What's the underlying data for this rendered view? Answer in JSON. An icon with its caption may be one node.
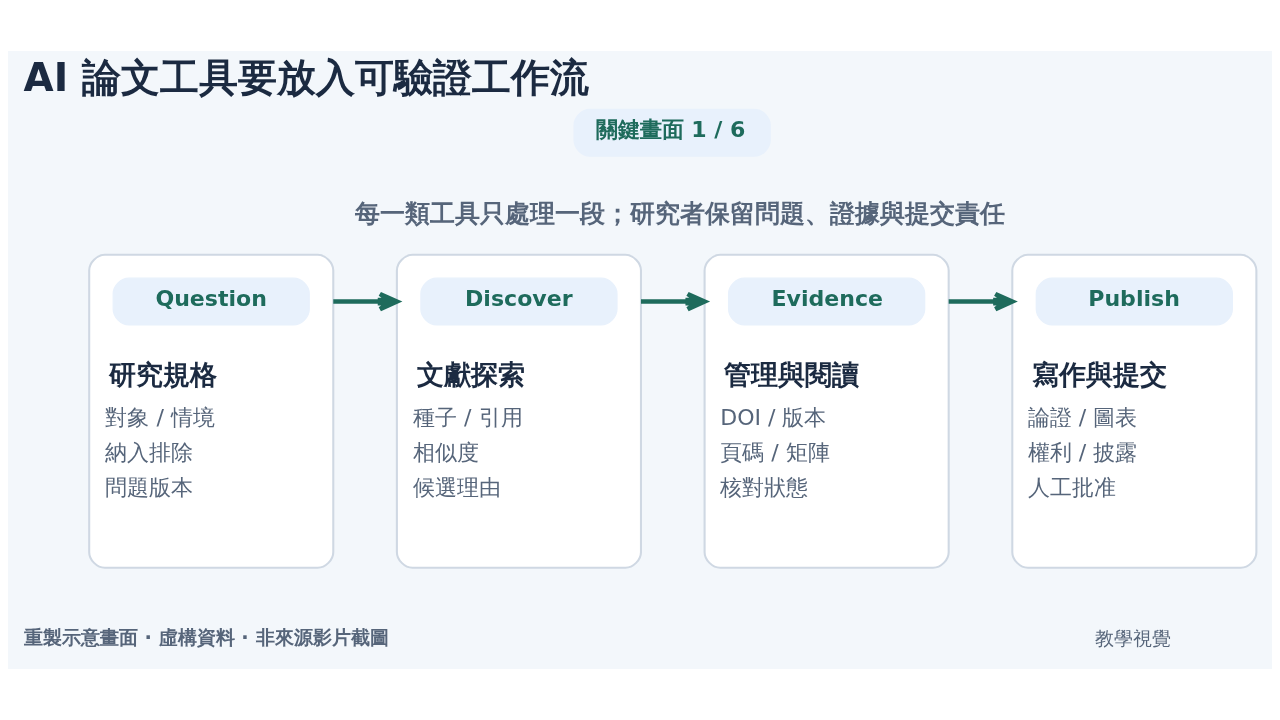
{
  "diagram": {
    "title": "AI 論文工具要放入可驗證工作流",
    "nodes": [
      {
        "text": [
          "關鍵畫面 1 / 6"
        ]
      },
      {
        "text": [
          "研究規格",
          "對象 / 情境",
          "納入排除",
          "問題版本"
        ]
      },
      {
        "text": [
          "Question"
        ],
        "in": 1
      },
      {
        "text": [
          "文獻探索",
          "種子 / 引用",
          "相似度",
          "候選理由"
        ]
      },
      {
        "text": [
          "Discover"
        ],
        "in": 3
      },
      {
        "text": [
          "管理與閱讀",
          "DOI / 版本",
          "頁碼 / 矩陣",
          "核對狀態"
        ]
      },
      {
        "text": [
          "Evidence"
        ],
        "in": 5
      },
      {
        "text": [
          "寫作與提交",
          "論證 / 圖表",
          "權利 / 披露",
          "人工批准"
        ]
      },
      {
        "text": [
          "Publish"
        ],
        "in": 7
      }
    ],
    "edges": [
      {
        "from": 1,
        "to": 3,
        "arrow": "to"
      },
      {
        "from": 3,
        "to": 5,
        "arrow": "to"
      },
      {
        "from": 5,
        "to": 7,
        "arrow": "to"
      }
    ],
    "labels": [
      "每一類工具只處理一段；研究者保留問題、證據與提交責任",
      "重製示意畫面 · 虛構資料 · 非來源影片截圖",
      "教學視覺"
    ]
  }
}
